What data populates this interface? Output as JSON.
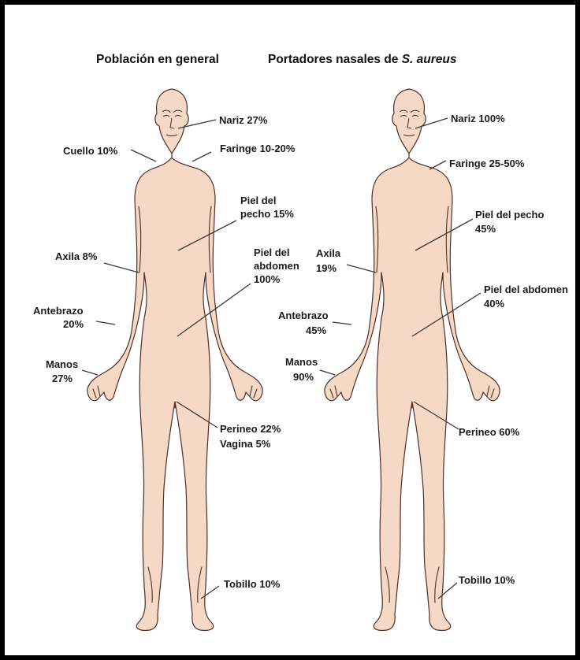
{
  "headings": {
    "left": "Población en general",
    "right_prefix": "Portadores nasales de ",
    "right_italic": "S. aureus"
  },
  "left_labels": {
    "nariz": "Nariz 27%",
    "faringe": "Faringe 10-20%",
    "cuello": "Cuello 10%",
    "piel_pecho_1": "Piel del",
    "piel_pecho_2": "pecho 15%",
    "piel_abdomen_1": "Piel del",
    "piel_abdomen_2": "abdomen",
    "piel_abdomen_3": "100%",
    "axila": "Axila 8%",
    "antebrazo_1": "Antebrazo",
    "antebrazo_2": "20%",
    "manos_1": "Manos",
    "manos_2": "27%",
    "perineo": "Perineo 22%",
    "vagina": "Vagina 5%",
    "tobillo": "Tobillo 10%"
  },
  "right_labels": {
    "nariz": "Nariz 100%",
    "faringe": "Faringe 25-50%",
    "piel_pecho_1": "Piel del pecho",
    "piel_pecho_2": "45%",
    "axila_1": "Axila",
    "axila_2": "19%",
    "piel_abdomen_1": "Piel del abdomen",
    "piel_abdomen_2": "40%",
    "antebrazo_1": "Antebrazo",
    "antebrazo_2": "45%",
    "manos_1": "Manos",
    "manos_2": "90%",
    "perineo": "Perineo 60%",
    "tobillo": "Tobillo 10%"
  },
  "colors": {
    "skin": "#f6d8c6",
    "outline": "#4a3026",
    "frame": "#000000"
  }
}
